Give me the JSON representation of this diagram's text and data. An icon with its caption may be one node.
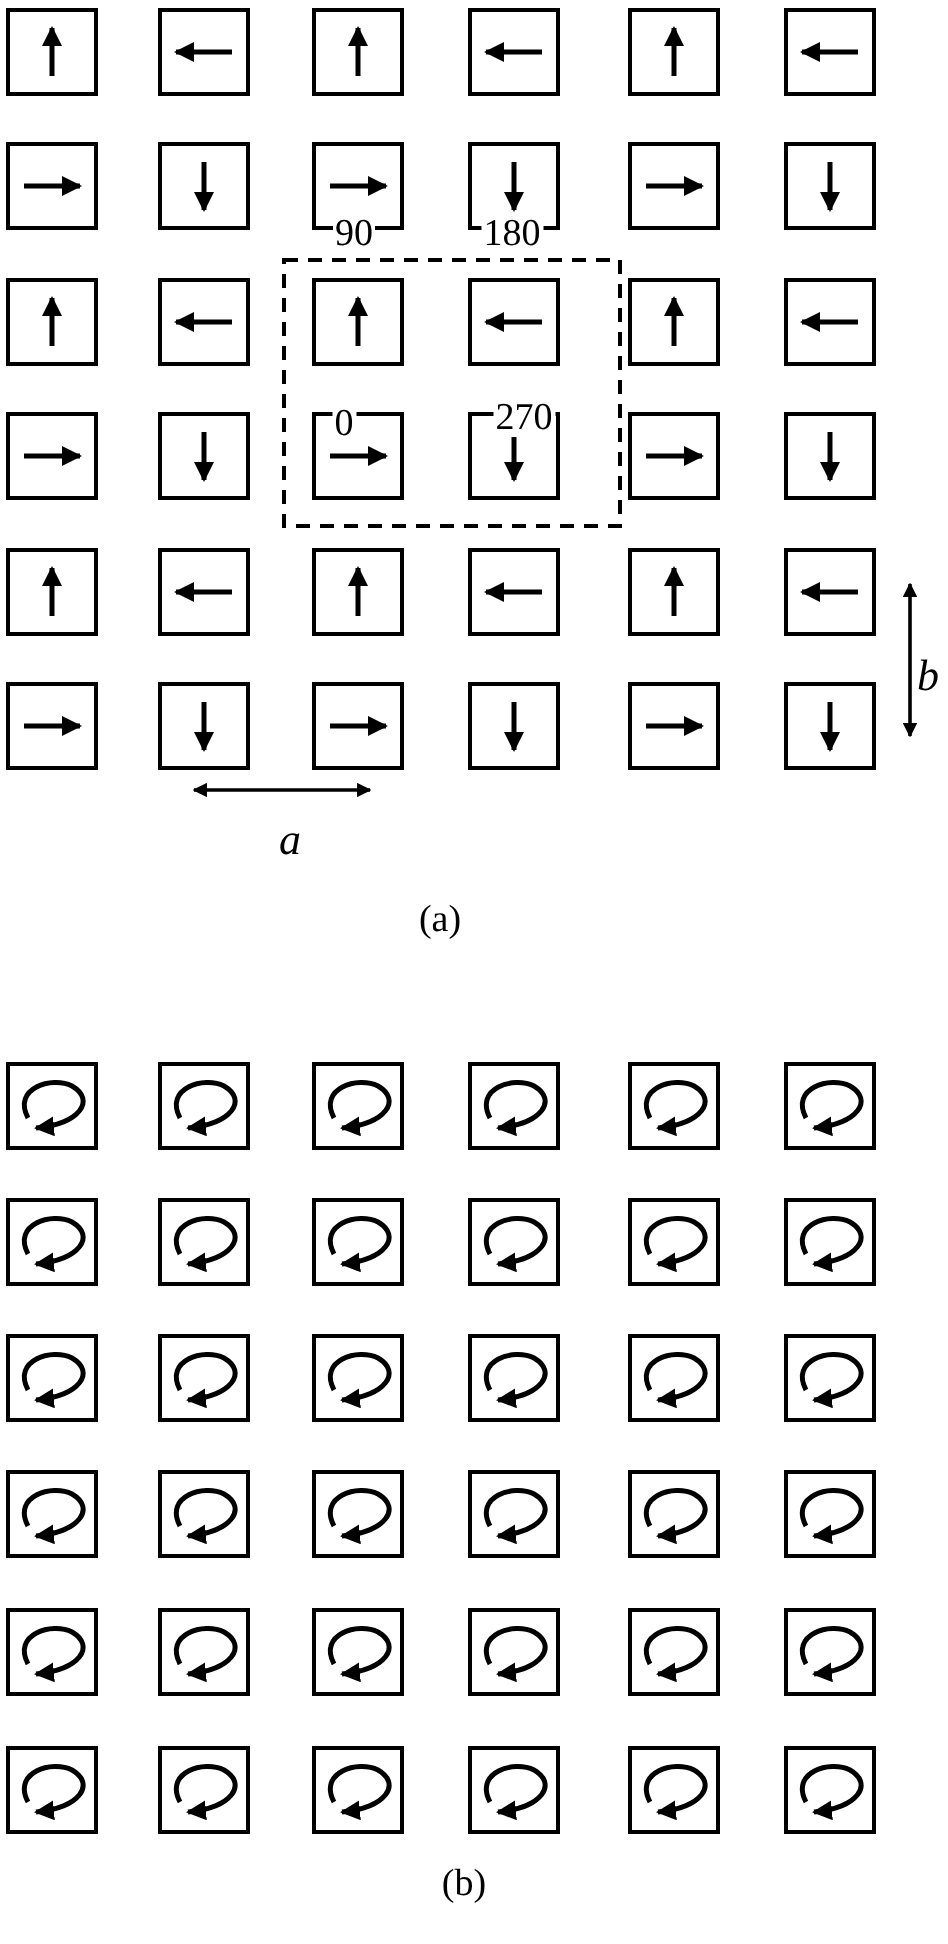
{
  "diagram": {
    "labels": [
      "90",
      "180",
      "0",
      "270",
      "b",
      "a",
      "(a)",
      "(b)"
    ]
  }
}
